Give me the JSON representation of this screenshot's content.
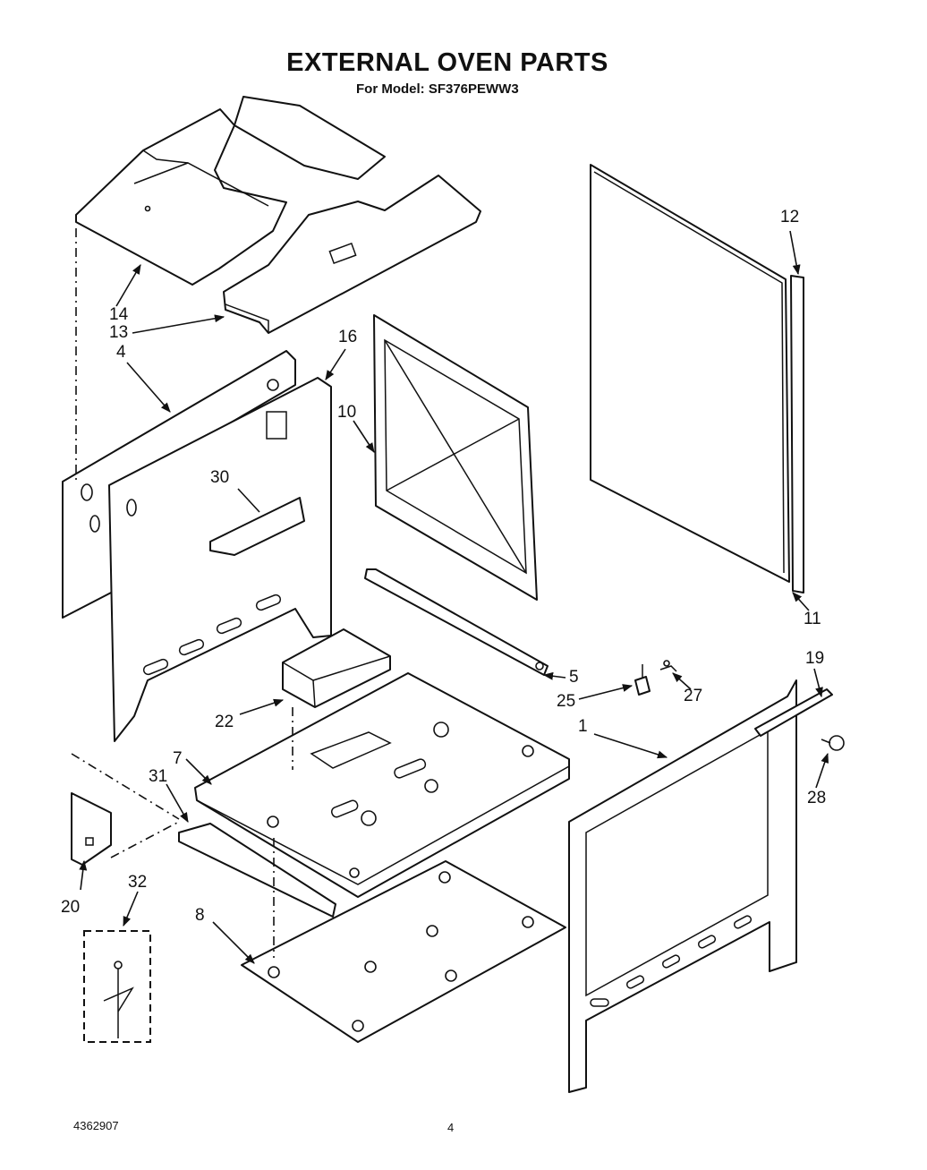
{
  "title": "EXTERNAL OVEN PARTS",
  "subtitle": "For Model: SF376PEWW3",
  "footer": {
    "doc_number": "4362907",
    "page": "4"
  },
  "callouts": {
    "c1": "1",
    "c4": "4",
    "c5": "5",
    "c7": "7",
    "c8": "8",
    "c10": "10",
    "c11": "11",
    "c12": "12",
    "c13": "13",
    "c14": "14",
    "c16": "16",
    "c19": "19",
    "c20": "20",
    "c22": "22",
    "c25": "25",
    "c27": "27",
    "c28": "28",
    "c30": "30",
    "c31": "31",
    "c32": "32"
  }
}
